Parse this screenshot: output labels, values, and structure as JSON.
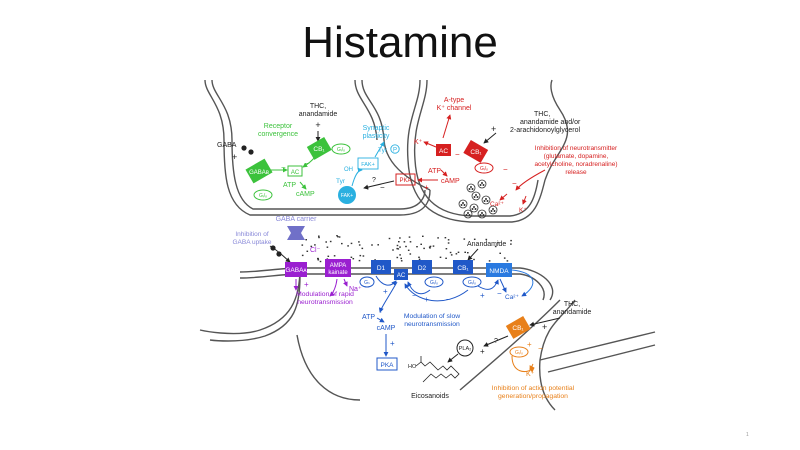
{
  "slide": {
    "title": "Histamine",
    "page_number": "1"
  },
  "colors": {
    "green": "#3cc23c",
    "cyan": "#2ab0e0",
    "red": "#d62020",
    "purple": "#9a1fd0",
    "blue": "#2058c8",
    "orange": "#e8801a",
    "lilac": "#8888d8",
    "dark": "#222222"
  },
  "top_left": {
    "thc_anandamide_1": "THC,",
    "thc_anandamide_2": "anandamide",
    "receptor_conv_1": "Receptor",
    "receptor_conv_2": "convergence",
    "gaba": "GABA",
    "cb1": "CB₁",
    "gabab": "GABAʙ",
    "gi_o": "Gᵢ/ₒ",
    "ac": "AC",
    "atp": "ATP",
    "camp": "cAMP",
    "synaptic_1": "Synaptic",
    "synaptic_2": "plasticity",
    "fak_plus": "FAK+",
    "tyr": "Tyr",
    "oh": "OH",
    "p": "P",
    "fak": "FAK+"
  },
  "top_right": {
    "atype_1": "A-type",
    "atype_2": "K⁺ channel",
    "thc_1": "THC,",
    "thc_2": "anandamide and/or",
    "thc_3": "2-arachidonoylglycerol",
    "ac": "AC",
    "cb1": "CB₁",
    "gi_o": "Gᵢ/ₒ",
    "atp": "ATP",
    "camp": "cAMP",
    "pka": "PKA",
    "q": "?",
    "inhib_1": "Inhibition of neurotransmitter",
    "inhib_2": "(glutamate, dopamine,",
    "inhib_3": "acetylcholine, noradrenaline)",
    "inhib_4": "release",
    "k_plus": "K⁺",
    "ca2": "Ca²⁺"
  },
  "middle": {
    "gaba_carrier": "GABA carrier",
    "inhib_uptake_1": "Inhibition of",
    "inhib_uptake_2": "GABA uptake",
    "anandamide": "Anandamide"
  },
  "bottom": {
    "gabaa": "GABAᴀ",
    "cl": "Cl⁻",
    "ampa_1": "AMPA",
    "ampa_2": "kainate",
    "na": "Na⁺",
    "mod_rapid_1": "Modulation of rapid",
    "mod_rapid_2": "neurotransmission",
    "d1": "D1",
    "d2": "D2",
    "cb1": "CB₁",
    "nmda": "NMDA",
    "ac": "AC",
    "gs": "Gₛ",
    "gi_o": "Gᵢ/ₒ",
    "ca2": "Ca²⁺",
    "atp": "ATP",
    "q": "?",
    "camp": "cAMP",
    "mod_slow_1": "Modulation of slow",
    "mod_slow_2": "neurotransmission",
    "pka": "PKA",
    "thc_1": "THC,",
    "thc_2": "anandamide",
    "pla2": "PLA₂",
    "q2": "?",
    "cb1b": "CB₁",
    "k_plus": "K⁺",
    "ho": "HO",
    "eicosanoids": "Eicosanoids",
    "inhib_ap_1": "Inhibition of action potential",
    "inhib_ap_2": "generation/propagation"
  },
  "symbols": {
    "plus": "+",
    "minus": "−"
  }
}
